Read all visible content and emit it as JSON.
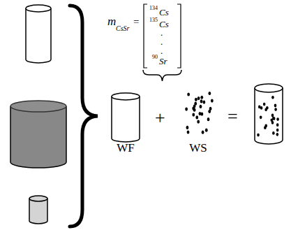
{
  "diagram": {
    "nodes": [
      {
        "text": [
          "WF"
        ]
      },
      {
        "text": [
          "WS"
        ]
      }
    ],
    "labels": [
      "m⃗",
      "CsSr",
      "=",
      "134",
      "Cs",
      "135",
      "Cs",
      ".",
      ".",
      ".",
      "90",
      "Sr",
      "+",
      "="
    ]
  }
}
